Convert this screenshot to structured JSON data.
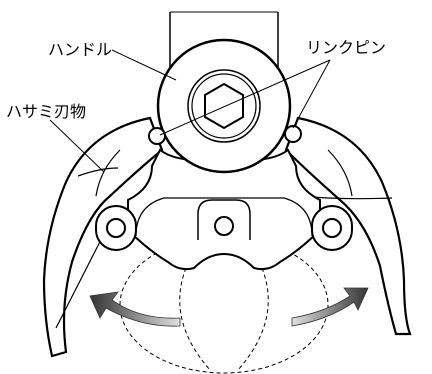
{
  "labels": {
    "handle": "ハンドル",
    "link_pin": "リンクピン",
    "scissor_blade": "ハサミ刃物"
  },
  "colors": {
    "stroke": "#000000",
    "fill": "#ffffff",
    "arrow_dark": "#333333",
    "arrow_light": "#d9d9d9"
  },
  "icons": {
    "hex_socket": "hexagon-socket-icon",
    "motion_arrows": "curved-arrow-icon"
  }
}
